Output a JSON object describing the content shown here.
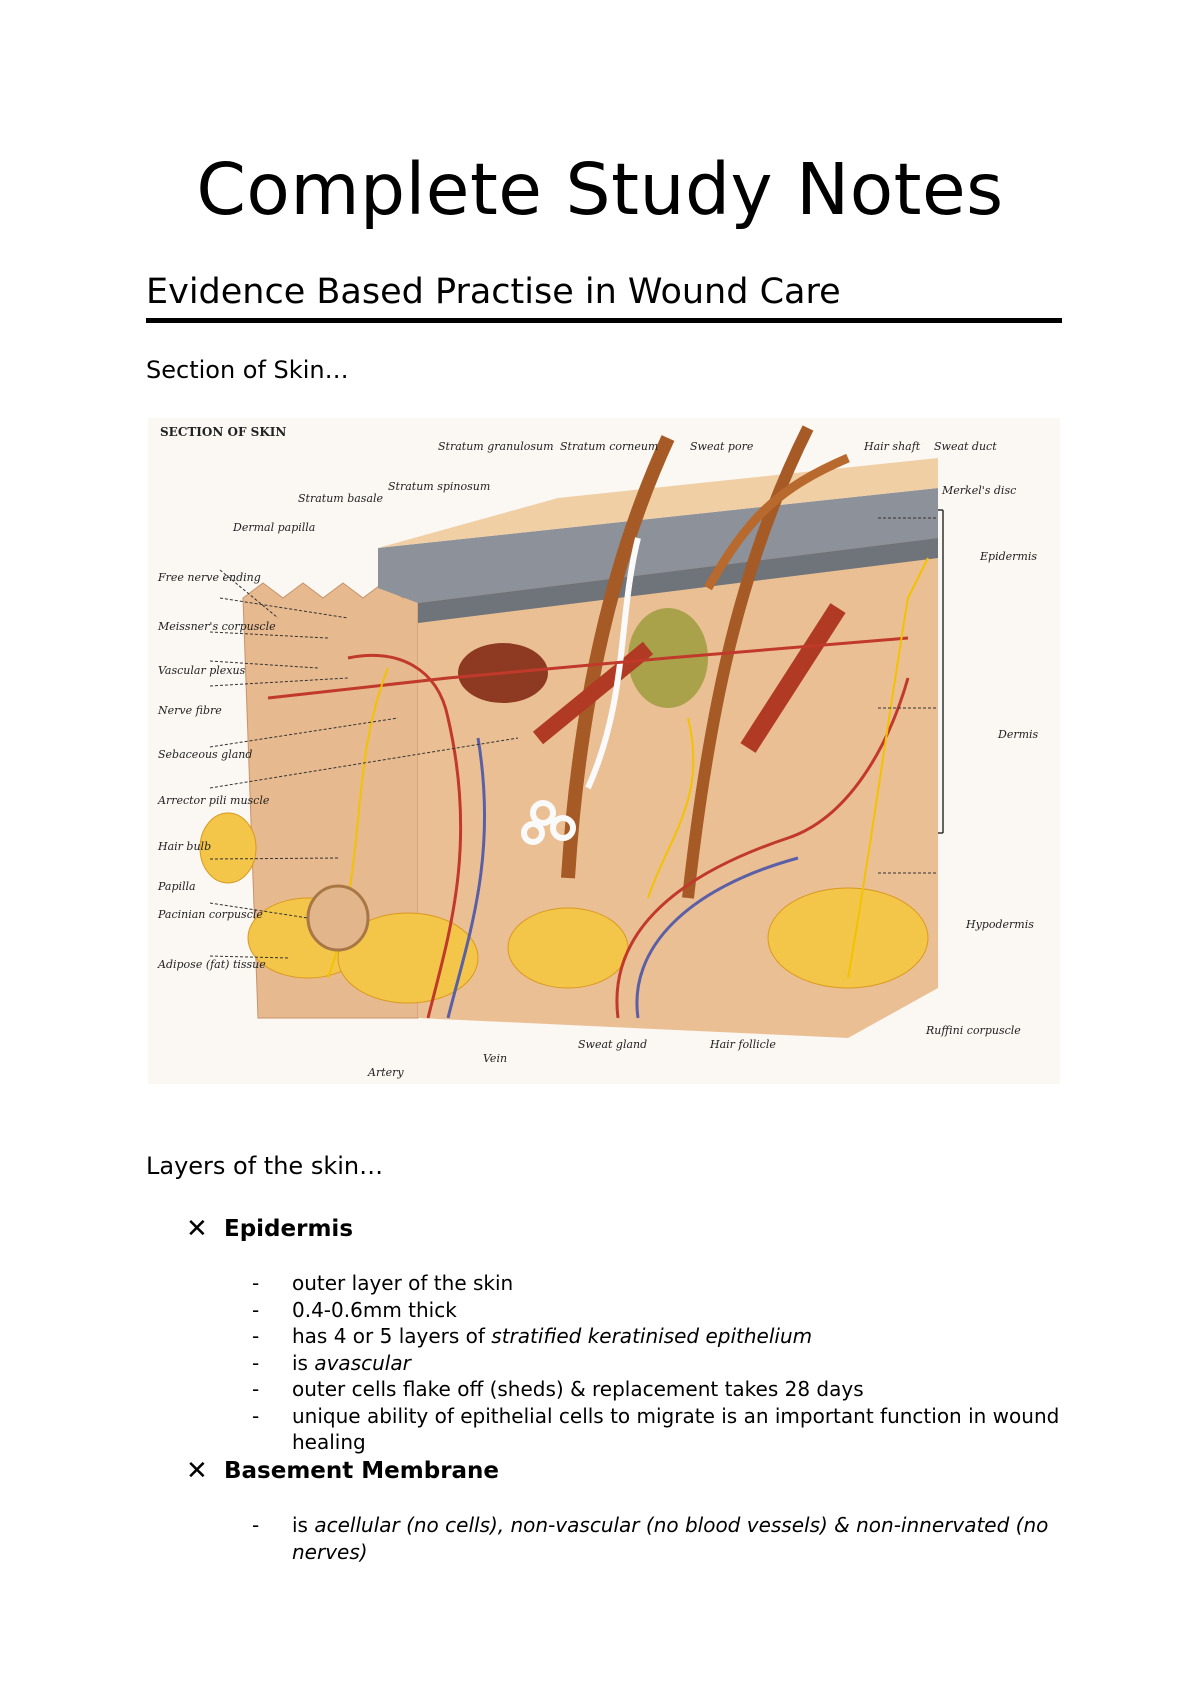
{
  "document": {
    "title": "Complete Study Notes",
    "subtitle": "Evidence Based Practise in Wound Care"
  },
  "section_skin": {
    "heading": "Section of Skin…",
    "figure": {
      "caption": "SECTION OF SKIN",
      "labels_left": [
        "Stratum basale",
        "Dermal papilla",
        "Free nerve ending",
        "Meissner's corpuscle",
        "Vascular plexus",
        "Nerve fibre",
        "Sebaceous gland",
        "Arrector pili muscle",
        "Hair bulb",
        "Papilla",
        "Pacinian corpuscle",
        "Adipose (fat) tissue"
      ],
      "labels_top": [
        "Stratum granulosum",
        "Stratum spinosum",
        "Stratum corneum",
        "Sweat pore",
        "Hair shaft",
        "Sweat duct",
        "Merkel's disc"
      ],
      "labels_right": [
        "Epidermis",
        "Dermis",
        "Hypodermis",
        "Ruffini corpuscle"
      ],
      "labels_bottom": [
        "Artery",
        "Vein",
        "Sweat gland",
        "Hair follicle"
      ]
    }
  },
  "section_layers": {
    "heading": "Layers of the skin…",
    "bullet_symbol": "✕",
    "dash": "-",
    "epidermis": {
      "label": "Epidermis",
      "items": [
        {
          "parts": [
            {
              "t": "outer layer of the skin",
              "i": false
            }
          ]
        },
        {
          "parts": [
            {
              "t": "0.4-0.6mm thick",
              "i": false
            }
          ]
        },
        {
          "parts": [
            {
              "t": "has 4 or 5 layers of ",
              "i": false
            },
            {
              "t": "stratified keratinised epithelium",
              "i": true
            }
          ]
        },
        {
          "parts": [
            {
              "t": "is ",
              "i": false
            },
            {
              "t": "avascular",
              "i": true
            }
          ]
        },
        {
          "parts": [
            {
              "t": "outer cells flake off (sheds) & replacement takes 28 days",
              "i": false
            }
          ]
        },
        {
          "parts": [
            {
              "t": "unique ability of epithelial cells to migrate is an important function in wound healing",
              "i": false
            }
          ]
        }
      ]
    },
    "basement_membrane": {
      "label": "Basement Membrane",
      "items": [
        {
          "parts": [
            {
              "t": "is ",
              "i": false
            },
            {
              "t": "acellular (no cells), non-vascular (no blood vessels) & non-innervated (no nerves)",
              "i": true
            }
          ]
        }
      ]
    }
  },
  "colors": {
    "skin_tissue": "#e9b98e",
    "epidermis_band": "#8b8f96",
    "artery": "#c0392b",
    "vein": "#5b5fa6",
    "nerve": "#f2c200",
    "fat": "#f3c64a"
  }
}
